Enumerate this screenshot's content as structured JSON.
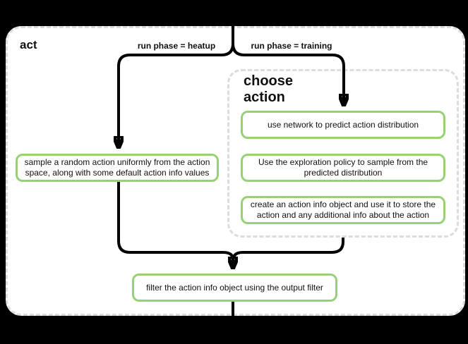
{
  "colors": {
    "background": "#000000",
    "surface": "#ffffff",
    "node_border_green": "#97d077",
    "dashed_border_gray": "#dcdcdc",
    "connector_black": "#000000"
  },
  "container": {
    "title": "act"
  },
  "branches": {
    "heatup_label": "run phase = heatup",
    "training_label": "run phase = training"
  },
  "group": {
    "title": "choose action"
  },
  "nodes": {
    "sample_random_action": "sample a random action uniformly from the action space, along with some default action info values",
    "use_network": "use network to predict action distribution",
    "exploration_policy": "Use the exploration policy to sample from the predicted distribution",
    "create_action_info": "create an action info object and use it to store the action and any additional info about the action",
    "filter_action_info": "filter the action info object using the output filter"
  }
}
